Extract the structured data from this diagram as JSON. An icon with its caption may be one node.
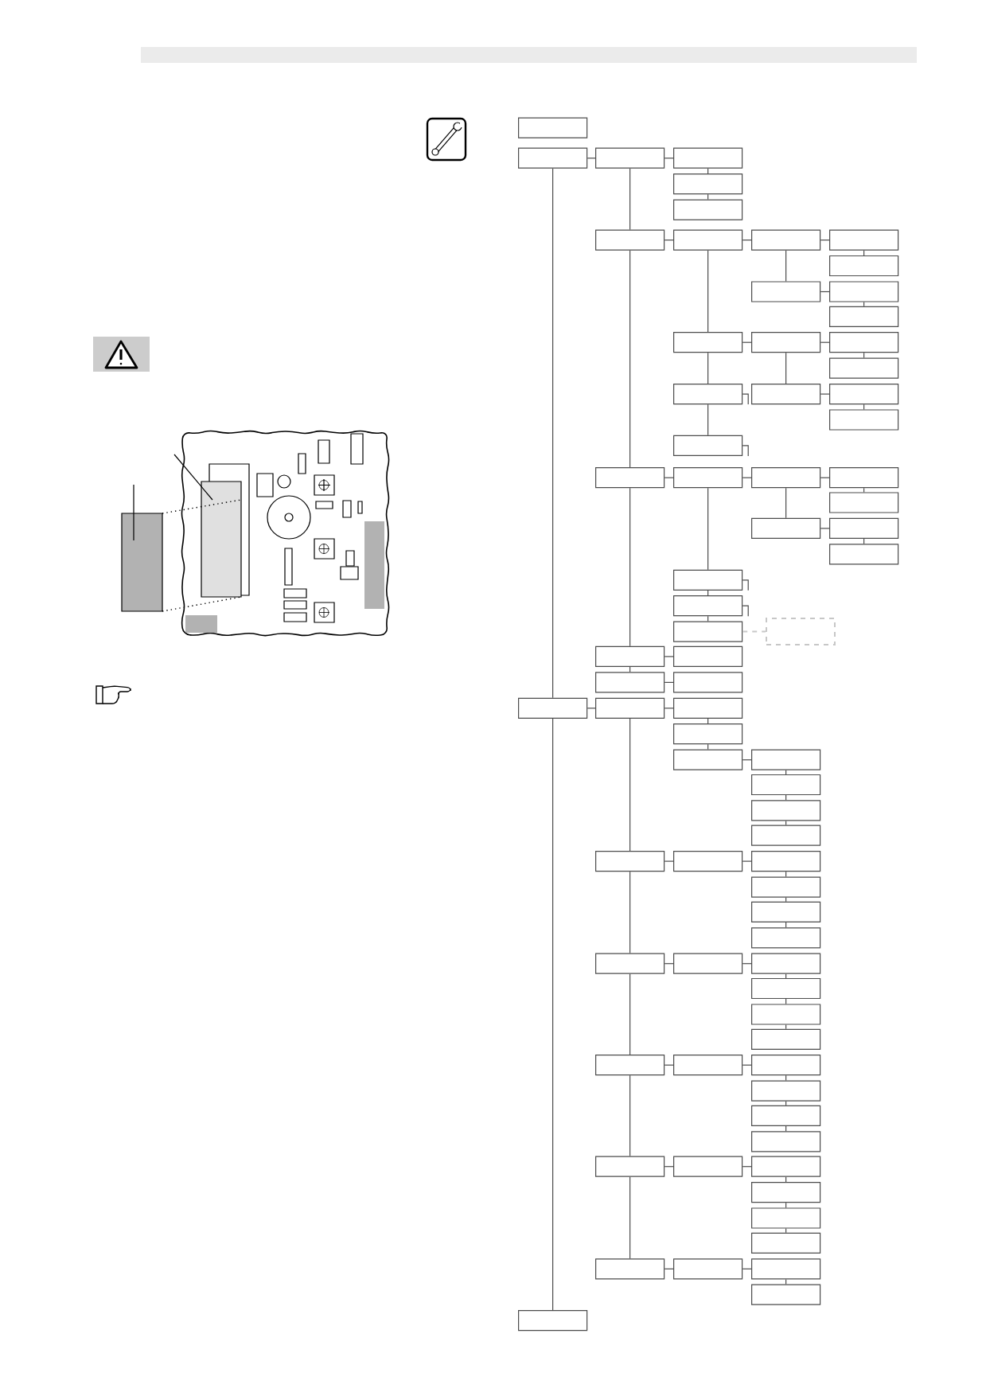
{
  "diagram": {
    "nodes": [
      {
        "text": [],
        "shape": "box"
      },
      {
        "text": [],
        "shape": "box"
      },
      {
        "text": [],
        "shape": "box"
      },
      {
        "text": [],
        "shape": "box"
      },
      {
        "text": [],
        "shape": "box"
      },
      {
        "text": [],
        "shape": "box"
      },
      {
        "text": [],
        "shape": "box"
      },
      {
        "text": [],
        "shape": "box"
      },
      {
        "text": [],
        "shape": "box"
      },
      {
        "text": [],
        "shape": "box"
      },
      {
        "text": [],
        "shape": "box"
      },
      {
        "text": [],
        "shape": "box"
      },
      {
        "text": [],
        "shape": "box"
      },
      {
        "text": [],
        "shape": "box"
      },
      {
        "text": [],
        "shape": "box"
      },
      {
        "text": [],
        "shape": "box"
      },
      {
        "text": [],
        "shape": "box"
      },
      {
        "text": [],
        "shape": "box"
      },
      {
        "text": [],
        "shape": "box"
      },
      {
        "text": [],
        "shape": "box"
      },
      {
        "text": [],
        "shape": "box"
      },
      {
        "text": [],
        "shape": "box"
      },
      {
        "text": [],
        "shape": "box"
      },
      {
        "text": [],
        "shape": "box"
      },
      {
        "text": [],
        "shape": "box"
      },
      {
        "text": [],
        "shape": "box"
      },
      {
        "text": [],
        "shape": "box"
      },
      {
        "text": [],
        "shape": "box"
      },
      {
        "text": [],
        "shape": "box"
      },
      {
        "text": [],
        "shape": "box"
      },
      {
        "text": [],
        "shape": "box"
      },
      {
        "text": [],
        "shape": "box"
      },
      {
        "text": [],
        "shape": "box"
      },
      {
        "text": [],
        "shape": "box"
      },
      {
        "text": [],
        "shape": "box"
      },
      {
        "text": [],
        "shape": "box"
      },
      {
        "text": [],
        "shape": "box"
      },
      {
        "text": [],
        "shape": "box"
      },
      {
        "text": [],
        "shape": "box"
      },
      {
        "text": [],
        "shape": "box"
      },
      {
        "text": [],
        "shape": "box"
      },
      {
        "text": [],
        "shape": "box"
      },
      {
        "text": [],
        "shape": "box"
      },
      {
        "text": [],
        "shape": "box"
      },
      {
        "text": [],
        "shape": "box"
      },
      {
        "text": [],
        "shape": "box"
      },
      {
        "text": [],
        "shape": "box"
      },
      {
        "text": [],
        "shape": "box"
      },
      {
        "text": [],
        "shape": "box"
      },
      {
        "text": [],
        "shape": "box"
      },
      {
        "text": [],
        "shape": "box"
      },
      {
        "text": [],
        "shape": "box"
      },
      {
        "text": [],
        "shape": "box"
      },
      {
        "text": [],
        "shape": "box"
      },
      {
        "text": [],
        "shape": "box"
      },
      {
        "text": [],
        "shape": "box"
      },
      {
        "text": [],
        "shape": "box"
      },
      {
        "text": [],
        "shape": "box"
      },
      {
        "text": [],
        "shape": "box"
      },
      {
        "text": [],
        "shape": "box"
      },
      {
        "text": [],
        "shape": "box"
      },
      {
        "text": [],
        "shape": "box"
      },
      {
        "text": [],
        "shape": "box"
      },
      {
        "text": [],
        "shape": "box"
      },
      {
        "text": [],
        "shape": "box"
      },
      {
        "text": [],
        "shape": "box"
      },
      {
        "text": [],
        "shape": "box"
      },
      {
        "text": [],
        "shape": "box"
      },
      {
        "text": [],
        "shape": "box"
      },
      {
        "text": [],
        "shape": "box"
      },
      {
        "text": [],
        "shape": "box"
      },
      {
        "text": [],
        "shape": "box"
      },
      {
        "text": [],
        "shape": "box"
      },
      {
        "text": [],
        "shape": "box"
      },
      {
        "text": [],
        "shape": "box"
      },
      {
        "text": [],
        "shape": "box"
      },
      {
        "text": [],
        "shape": "box"
      }
    ],
    "edges": [
      {
        "from": 1,
        "to": 2,
        "arrow": "none"
      },
      {
        "from": 2,
        "to": 3,
        "arrow": "none"
      },
      {
        "from": 3,
        "to": 4,
        "arrow": "none"
      },
      {
        "from": 4,
        "to": 5,
        "arrow": "none"
      },
      {
        "from": 2,
        "to": 6,
        "arrow": "none"
      },
      {
        "from": 6,
        "to": 7,
        "arrow": "none"
      },
      {
        "from": 7,
        "to": 8,
        "arrow": "none"
      },
      {
        "from": 8,
        "to": 9,
        "arrow": "none"
      },
      {
        "from": 9,
        "to": 10,
        "arrow": "none"
      },
      {
        "from": 8,
        "to": 11,
        "arrow": "none"
      },
      {
        "from": 11,
        "to": 12,
        "arrow": "none"
      },
      {
        "from": 12,
        "to": 13,
        "arrow": "none"
      },
      {
        "from": 7,
        "to": 14,
        "arrow": "none"
      },
      {
        "from": 14,
        "to": 15,
        "arrow": "none"
      },
      {
        "from": 15,
        "to": 16,
        "arrow": "none"
      },
      {
        "from": 16,
        "to": 17,
        "arrow": "none"
      },
      {
        "from": 14,
        "to": 18,
        "arrow": "none"
      },
      {
        "from": 15,
        "to": 19,
        "arrow": "none"
      },
      {
        "from": 19,
        "to": 20,
        "arrow": "none"
      },
      {
        "from": 20,
        "to": 21,
        "arrow": "none"
      },
      {
        "from": 18,
        "to": 22,
        "arrow": "none"
      },
      {
        "from": 6,
        "to": 23,
        "arrow": "none"
      },
      {
        "from": 23,
        "to": 24,
        "arrow": "none"
      },
      {
        "from": 24,
        "to": 25,
        "arrow": "none"
      },
      {
        "from": 25,
        "to": 26,
        "arrow": "none"
      },
      {
        "from": 26,
        "to": 27,
        "arrow": "none"
      },
      {
        "from": 25,
        "to": 28,
        "arrow": "none"
      },
      {
        "from": 28,
        "to": 29,
        "arrow": "none"
      },
      {
        "from": 29,
        "to": 30,
        "arrow": "none"
      },
      {
        "from": 24,
        "to": 31,
        "arrow": "none"
      },
      {
        "from": 31,
        "to": 32,
        "arrow": "none"
      },
      {
        "from": 32,
        "to": 33,
        "arrow": "none"
      },
      {
        "from": 33,
        "to": 34,
        "arrow": "none",
        "style": "dashed",
        "color": "#c8c8c8"
      },
      {
        "from": 23,
        "to": 35,
        "arrow": "none"
      },
      {
        "from": 35,
        "to": 36,
        "arrow": "none"
      },
      {
        "from": 35,
        "to": 37,
        "arrow": "none"
      },
      {
        "from": 37,
        "to": 38,
        "arrow": "none"
      },
      {
        "from": 1,
        "to": 39,
        "arrow": "none"
      },
      {
        "from": 39,
        "to": 40,
        "arrow": "none"
      },
      {
        "from": 40,
        "to": 41,
        "arrow": "none"
      },
      {
        "from": 41,
        "to": 42,
        "arrow": "none"
      },
      {
        "from": 42,
        "to": 43,
        "arrow": "none"
      },
      {
        "from": 43,
        "to": 44,
        "arrow": "none"
      },
      {
        "from": 44,
        "to": 45,
        "arrow": "none"
      },
      {
        "from": 45,
        "to": 46,
        "arrow": "none"
      },
      {
        "from": 46,
        "to": 47,
        "arrow": "none"
      },
      {
        "from": 40,
        "to": 48,
        "arrow": "none"
      },
      {
        "from": 48,
        "to": 49,
        "arrow": "none"
      },
      {
        "from": 49,
        "to": 50,
        "arrow": "none"
      },
      {
        "from": 50,
        "to": 51,
        "arrow": "none"
      },
      {
        "from": 51,
        "to": 52,
        "arrow": "none"
      },
      {
        "from": 52,
        "to": 53,
        "arrow": "none"
      },
      {
        "from": 48,
        "to": 54,
        "arrow": "none"
      },
      {
        "from": 54,
        "to": 55,
        "arrow": "none"
      },
      {
        "from": 55,
        "to": 56,
        "arrow": "none"
      },
      {
        "from": 56,
        "to": 57,
        "arrow": "none"
      },
      {
        "from": 57,
        "to": 58,
        "arrow": "none"
      },
      {
        "from": 58,
        "to": 59,
        "arrow": "none"
      },
      {
        "from": 54,
        "to": 60,
        "arrow": "none"
      },
      {
        "from": 60,
        "to": 61,
        "arrow": "none"
      },
      {
        "from": 61,
        "to": 62,
        "arrow": "none"
      },
      {
        "from": 62,
        "to": 63,
        "arrow": "none"
      },
      {
        "from": 63,
        "to": 64,
        "arrow": "none"
      },
      {
        "from": 64,
        "to": 65,
        "arrow": "none"
      },
      {
        "from": 60,
        "to": 66,
        "arrow": "none"
      },
      {
        "from": 66,
        "to": 67,
        "arrow": "none"
      },
      {
        "from": 67,
        "to": 68,
        "arrow": "none"
      },
      {
        "from": 68,
        "to": 69,
        "arrow": "none"
      },
      {
        "from": 69,
        "to": 70,
        "arrow": "none"
      },
      {
        "from": 70,
        "to": 71,
        "arrow": "none"
      },
      {
        "from": 66,
        "to": 72,
        "arrow": "none"
      },
      {
        "from": 72,
        "to": 73,
        "arrow": "none"
      },
      {
        "from": 73,
        "to": 74,
        "arrow": "none"
      },
      {
        "from": 74,
        "to": 75,
        "arrow": "none"
      },
      {
        "from": 39,
        "to": 76,
        "arrow": "none"
      }
    ]
  }
}
